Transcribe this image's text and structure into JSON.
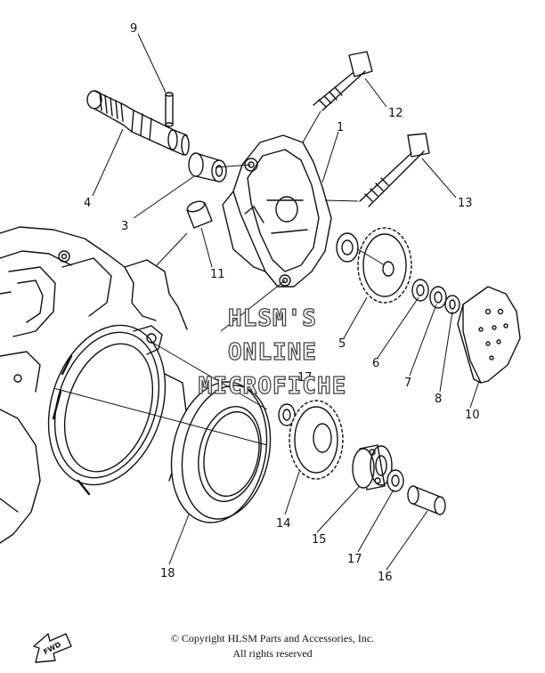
{
  "callouts": {
    "c1": "1",
    "c3": "3",
    "c4": "4",
    "c5": "5",
    "c6": "6",
    "c7": "7",
    "c8": "8",
    "c9": "9",
    "c10": "10",
    "c11": "11",
    "c12": "12",
    "c13": "13",
    "c14": "14",
    "c15": "15",
    "c16": "16",
    "c17a": "17",
    "c17b": "17",
    "c18": "18"
  },
  "watermark": {
    "line1": "HLSM'S",
    "line2": "ONLINE",
    "line3": "MICROFICHE"
  },
  "fwd_label": "FWD",
  "copyright": {
    "line1": "© Copyright HLSM Parts and Accessories, Inc.",
    "line2": "All rights reserved"
  }
}
